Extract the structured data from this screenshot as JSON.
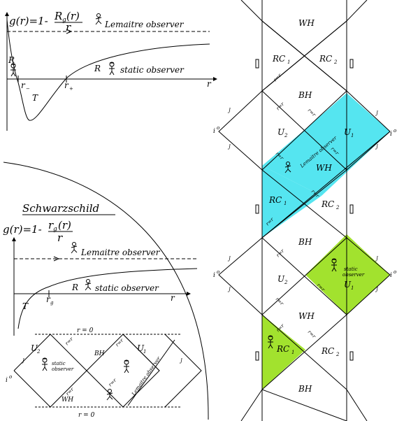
{
  "top_plot": {
    "formula_lhs": "g(r)=1-",
    "formula_num": "R",
    "formula_num_sub": "g",
    "formula_num_arg": "(r)",
    "formula_den": "r",
    "lemaitre_label": "Lemaitre observer",
    "static_label": "static observer",
    "region_R_left": "R",
    "region_R_right": "R",
    "region_T": "T",
    "r_minus": "r",
    "r_minus_sub": "−",
    "r_plus": "r",
    "r_plus_sub": "+",
    "axis_r": "r"
  },
  "schwarzschild": {
    "title": "Schwarzschild",
    "formula_lhs": "g(r)=1-",
    "formula_num": "r",
    "formula_num_sub": "g",
    "formula_num_arg": "(r)",
    "formula_den": "r",
    "lemaitre_label": "Lemaitre observer",
    "static_label": "static observer",
    "region_R": "R",
    "region_T": "T",
    "r_g": "r",
    "r_g_sub": "g",
    "axis_r": "r"
  },
  "penrose_small": {
    "r0_top": "r = 0",
    "r0_bottom": "r = 0",
    "U2": "U",
    "U2_sub": "2",
    "U1": "U",
    "U1_sub": "1",
    "BH": "BH",
    "WH": "WH",
    "rg1": "r=r",
    "rg2": "r=r",
    "rg3": "r=r",
    "rg4": "r=r",
    "rg_sub": "g",
    "static_label_1": "static",
    "static_label_2": "observer",
    "lemaitre": "Lemaitre observer",
    "i0_left": "i",
    "i0_sup": "o",
    "scri": "J",
    "scri_plus": "+",
    "scri_minus": "−"
  },
  "penrose_big": {
    "WH": "WH",
    "BH": "BH",
    "RC": "RC",
    "U": "U",
    "sub1": "1",
    "sub2": "2",
    "r_minus": "r=r",
    "r_plus": "r=r",
    "minus_sub": "−",
    "plus_sub": "+",
    "lemaitre": "Lemaitre observer",
    "static_label_1": "static",
    "static_label_2": "observer",
    "i0": "i",
    "i0_sup": "o",
    "scri": "J"
  },
  "colors": {
    "cyan": "#55E5F0",
    "green": "#A2E22E",
    "line": "#000000"
  }
}
